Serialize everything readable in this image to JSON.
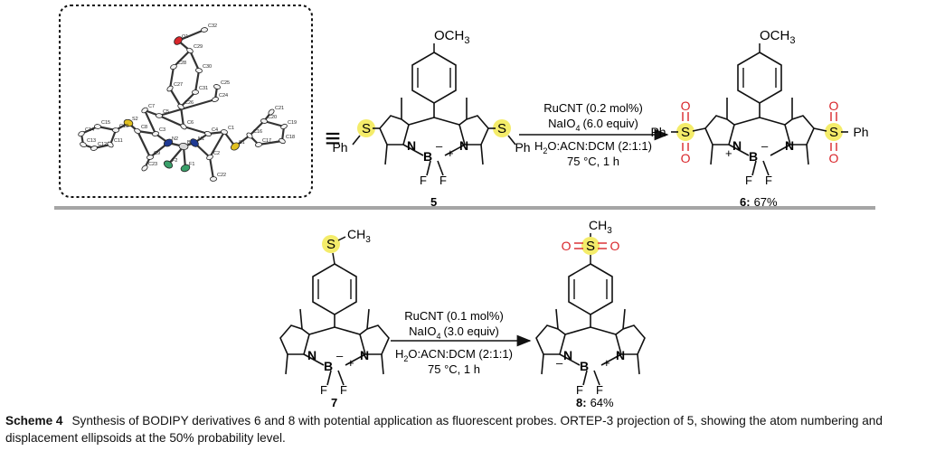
{
  "ortep": {
    "atoms": [
      {
        "id": "O1",
        "label": "O1",
        "kind": "O"
      },
      {
        "id": "C32",
        "label": "C32",
        "kind": "C"
      },
      {
        "id": "C29",
        "label": "C29",
        "kind": "C"
      },
      {
        "id": "C28",
        "label": "C28",
        "kind": "C"
      },
      {
        "id": "C30",
        "label": "C30",
        "kind": "C"
      },
      {
        "id": "C27",
        "label": "C27",
        "kind": "C"
      },
      {
        "id": "C31",
        "label": "C31",
        "kind": "C"
      },
      {
        "id": "C26",
        "label": "C26",
        "kind": "C"
      },
      {
        "id": "C24",
        "label": "C24",
        "kind": "C"
      },
      {
        "id": "C25",
        "label": "C25",
        "kind": "C"
      },
      {
        "id": "C7",
        "label": "C7",
        "kind": "C"
      },
      {
        "id": "C5",
        "label": "C5",
        "kind": "C"
      },
      {
        "id": "C6",
        "label": "C6",
        "kind": "C"
      },
      {
        "id": "C3",
        "label": "C3",
        "kind": "C"
      },
      {
        "id": "C4",
        "label": "C4",
        "kind": "C"
      },
      {
        "id": "N2",
        "label": "N2",
        "kind": "N"
      },
      {
        "id": "B",
        "label": "B",
        "kind": "B"
      },
      {
        "id": "N1",
        "label": "N1",
        "kind": "N"
      },
      {
        "id": "C9",
        "label": "C9",
        "kind": "C"
      },
      {
        "id": "C8",
        "label": "C8",
        "kind": "C"
      },
      {
        "id": "C2",
        "label": "C2",
        "kind": "C"
      },
      {
        "id": "C1",
        "label": "C1",
        "kind": "C"
      },
      {
        "id": "C23",
        "label": "C23",
        "kind": "C"
      },
      {
        "id": "C22",
        "label": "C22",
        "kind": "C"
      },
      {
        "id": "F2",
        "label": "F2",
        "kind": "F"
      },
      {
        "id": "F1",
        "label": "F1",
        "kind": "F"
      },
      {
        "id": "S2",
        "label": "S2",
        "kind": "S"
      },
      {
        "id": "S1",
        "label": "S1",
        "kind": "S"
      },
      {
        "id": "C10",
        "label": "C10",
        "kind": "C"
      },
      {
        "id": "C11",
        "label": "C11",
        "kind": "C"
      },
      {
        "id": "C12",
        "label": "C12",
        "kind": "C"
      },
      {
        "id": "C13",
        "label": "C13",
        "kind": "C"
      },
      {
        "id": "C14",
        "label": "C14",
        "kind": "C"
      },
      {
        "id": "C15",
        "label": "C15",
        "kind": "C"
      },
      {
        "id": "C16",
        "label": "C16",
        "kind": "C"
      },
      {
        "id": "C17",
        "label": "C17",
        "kind": "C"
      },
      {
        "id": "C18",
        "label": "C18",
        "kind": "C"
      },
      {
        "id": "C19",
        "label": "C19",
        "kind": "C"
      },
      {
        "id": "C20",
        "label": "C20",
        "kind": "C"
      },
      {
        "id": "C21",
        "label": "C21",
        "kind": "C"
      }
    ],
    "bonds": [
      [
        "C32",
        "O1"
      ],
      [
        "O1",
        "C29"
      ],
      [
        "C29",
        "C28"
      ],
      [
        "C29",
        "C30"
      ],
      [
        "C28",
        "C27"
      ],
      [
        "C30",
        "C31"
      ],
      [
        "C27",
        "C26"
      ],
      [
        "C31",
        "C26"
      ],
      [
        "C26",
        "C6"
      ],
      [
        "C6",
        "C5"
      ],
      [
        "C6",
        "C4"
      ],
      [
        "C5",
        "C7"
      ],
      [
        "C7",
        "C3"
      ],
      [
        "C5",
        "C24"
      ],
      [
        "C24",
        "C25"
      ],
      [
        "C3",
        "N2"
      ],
      [
        "C3",
        "C8"
      ],
      [
        "C4",
        "N1"
      ],
      [
        "C4",
        "C1"
      ],
      [
        "N2",
        "B"
      ],
      [
        "N1",
        "B"
      ],
      [
        "B",
        "F2"
      ],
      [
        "B",
        "F1"
      ],
      [
        "N2",
        "C9"
      ],
      [
        "C9",
        "C23"
      ],
      [
        "N1",
        "C2"
      ],
      [
        "C2",
        "C22"
      ],
      [
        "C8",
        "S2"
      ],
      [
        "C1",
        "S1"
      ],
      [
        "S2",
        "C10"
      ],
      [
        "C10",
        "C11"
      ],
      [
        "C11",
        "C12"
      ],
      [
        "C12",
        "C13"
      ],
      [
        "C13",
        "C14"
      ],
      [
        "C14",
        "C15"
      ],
      [
        "C15",
        "C10"
      ],
      [
        "S1",
        "C16"
      ],
      [
        "C16",
        "C17"
      ],
      [
        "C17",
        "C18"
      ],
      [
        "C18",
        "C19"
      ],
      [
        "C19",
        "C20"
      ],
      [
        "C20",
        "C16"
      ],
      [
        "C20",
        "C21"
      ],
      [
        "C1",
        "C2"
      ],
      [
        "C8",
        "C9"
      ]
    ]
  },
  "reaction1": {
    "equiv_symbol": "≡",
    "reactant_number": "5",
    "reagents": [
      "RuCNT (0.2 mol%)",
      "NaIO",
      "(6.0 equiv)"
    ],
    "reagent_sub": "4",
    "conditions_line": [
      "H",
      "O:ACN:DCM (2:1:1)"
    ],
    "conditions_sub": "2",
    "temperature": "75 °C, 1 h",
    "product_number": "6:",
    "product_yield": "67%",
    "labels": {
      "methoxy": "OCH",
      "methoxy_sub": "3",
      "ph": "Ph",
      "s": "S",
      "o": "O",
      "n": "N",
      "b": "B",
      "f": "F",
      "plus": "+",
      "minus": "–"
    }
  },
  "reaction2": {
    "reactant_number": "7",
    "reagents": [
      "RuCNT (0.1 mol%)",
      "NaIO",
      "(3.0 equiv)"
    ],
    "reagent_sub": "4",
    "conditions_line": [
      "H",
      "O:ACN:DCM (2:1:1)"
    ],
    "conditions_sub": "2",
    "temperature": "75 °C, 1 h",
    "product_number": "8:",
    "product_yield": "64%",
    "labels": {
      "methyl": "CH",
      "methyl_sub": "3"
    }
  },
  "caption": {
    "label": "Scheme 4",
    "text": "Synthesis of BODIPY derivatives 6 and 8 with potential application as fluorescent probes. ORTEP-3 projection of 5, showing the atom numbering and displacement ellipsoids at the 50% probability level."
  },
  "colors": {
    "highlight": "#f4ec6a",
    "oxygen": "#d9262b",
    "nitrogen": "#1f3a93",
    "fluorine": "#3aa06a",
    "sulfur": "#e0c020",
    "separator": "#a5a5a5"
  }
}
